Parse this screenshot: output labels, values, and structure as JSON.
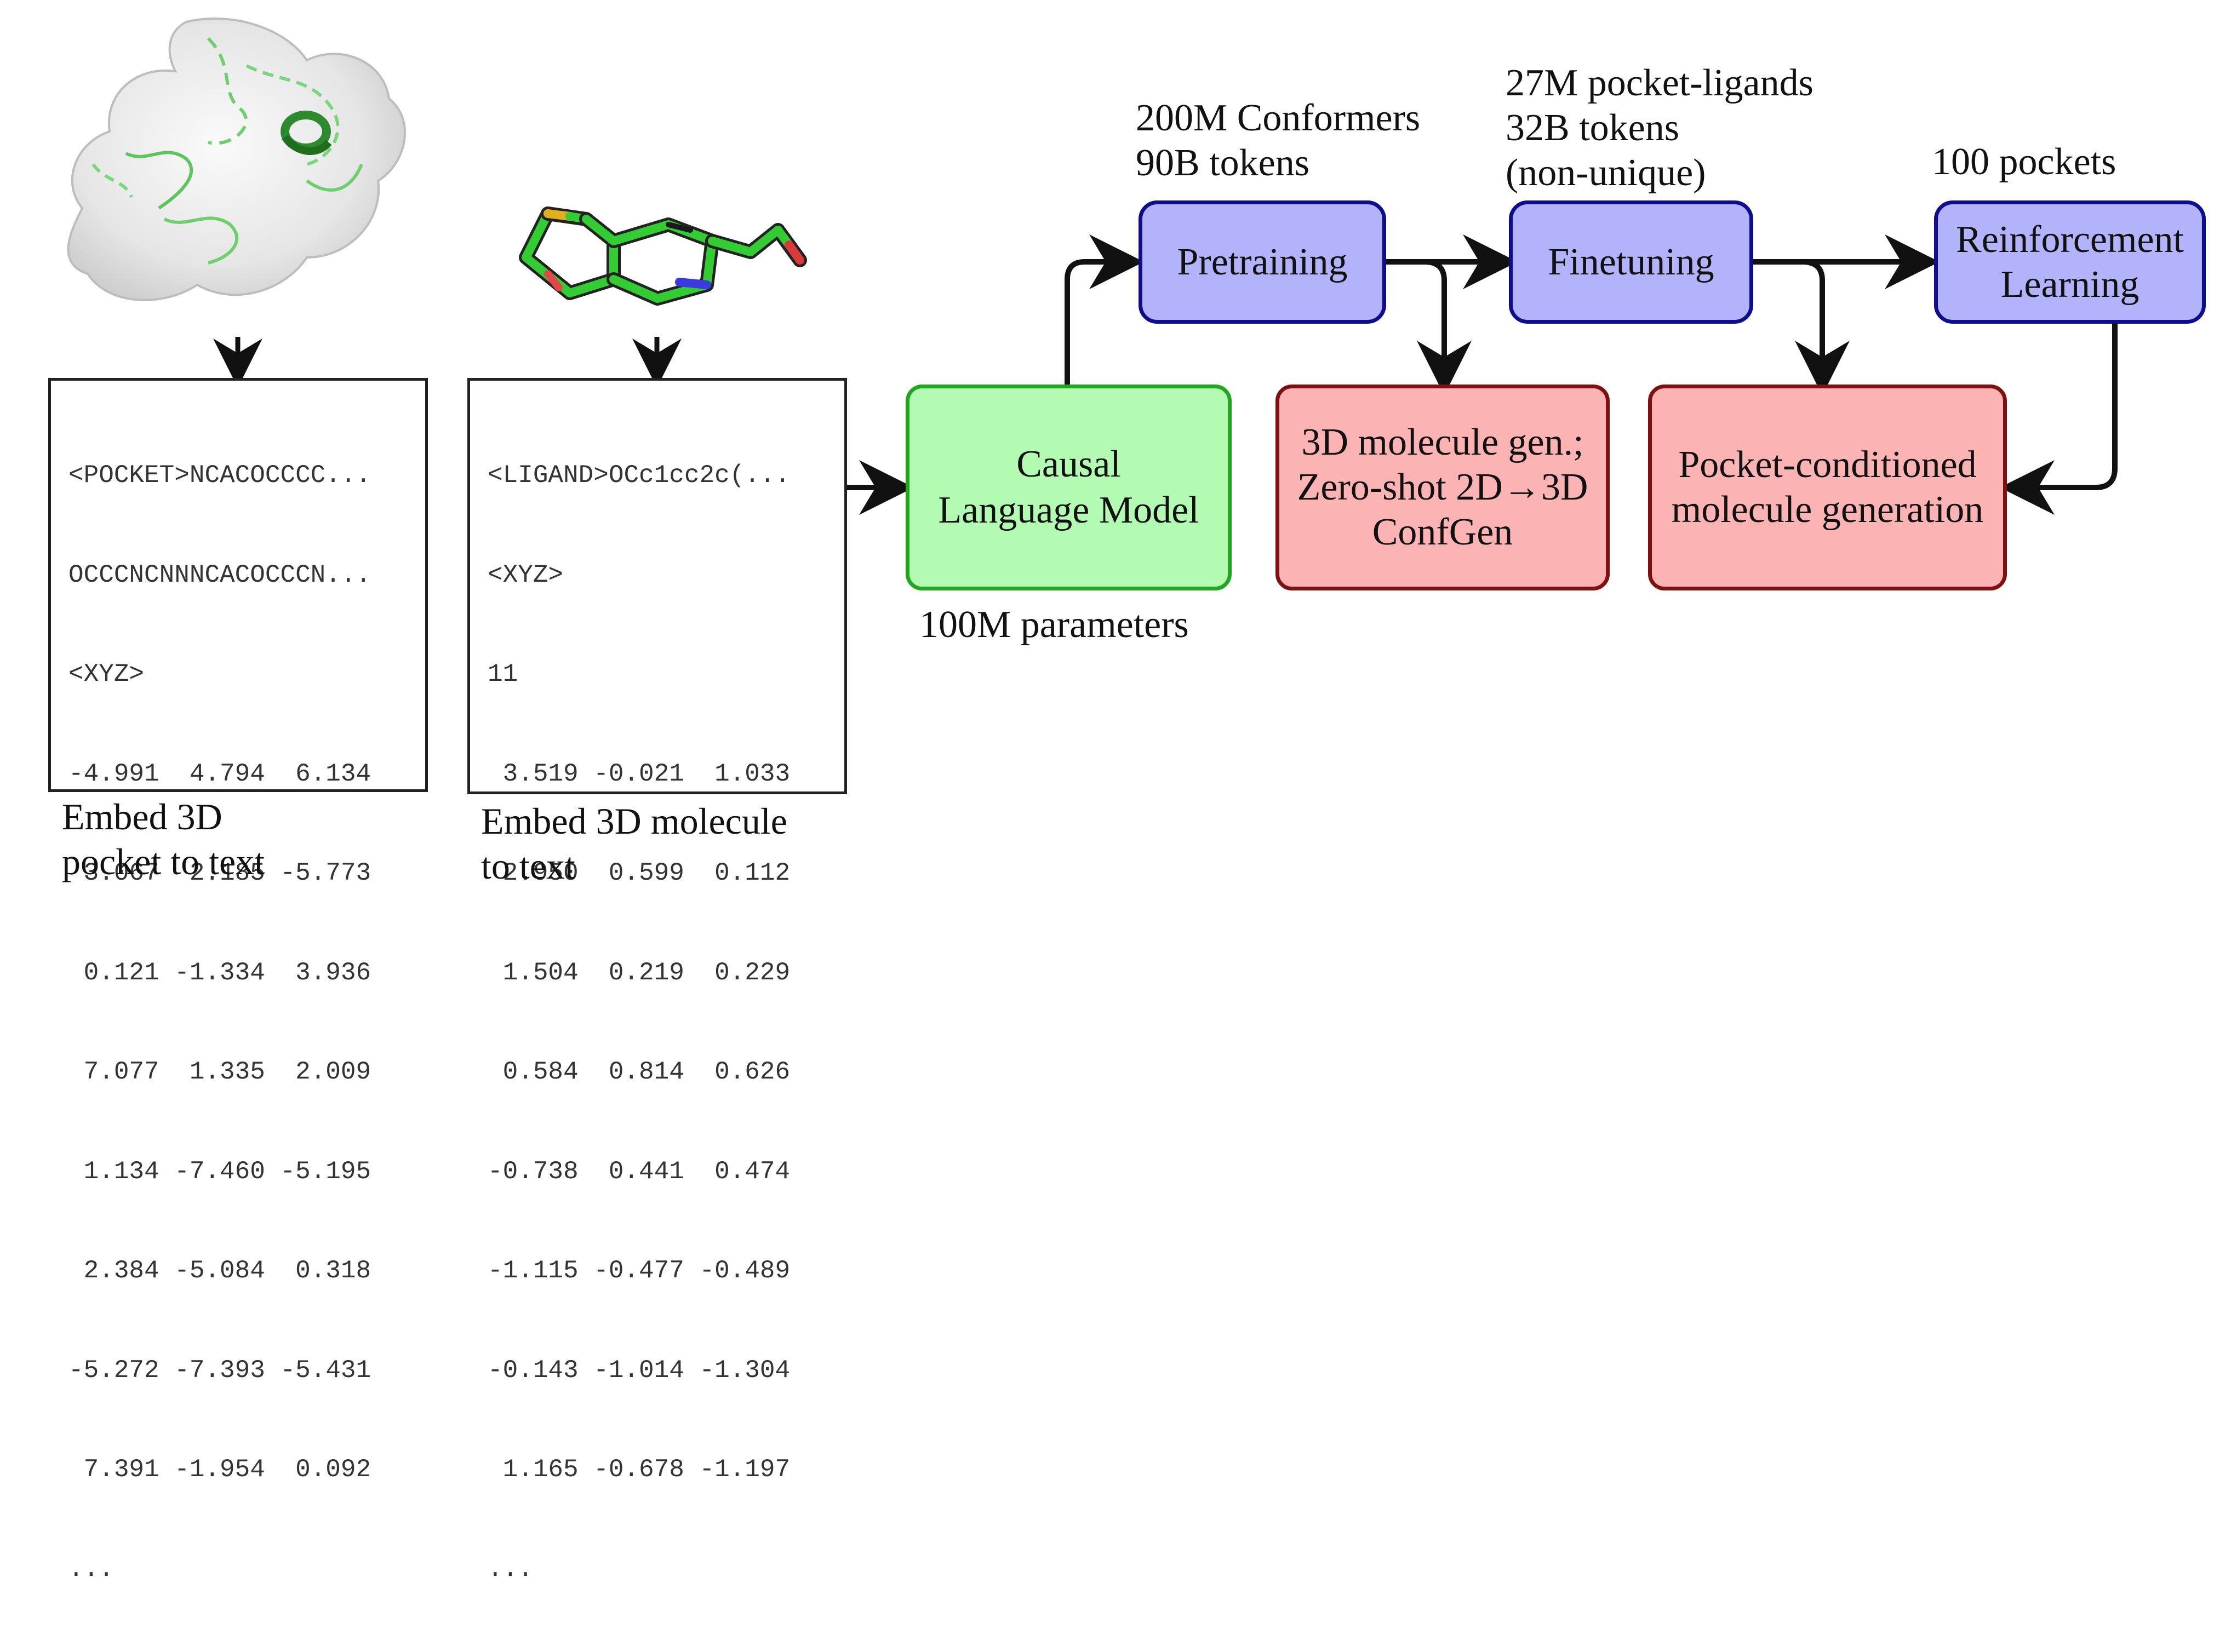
{
  "pocket_block": {
    "lines": [
      "<POCKET>NCACOCCCC...",
      "OCCCNCNNNCACOCCCN...",
      "<XYZ>",
      "-4.991  4.794  6.134",
      " 3.067  2.185 -5.773",
      " 0.121 -1.334  3.936",
      " 7.077  1.335  2.009",
      " 1.134 -7.460 -5.195",
      " 2.384 -5.084  0.318",
      "-5.272 -7.393 -5.431",
      " 7.391 -1.954  0.092",
      "..."
    ],
    "caption_lines": [
      "Embed 3D",
      "pocket to text"
    ]
  },
  "ligand_block": {
    "lines": [
      "<LIGAND>OCc1cc2c(...",
      "<XYZ>",
      "11",
      " 3.519 -0.021  1.033",
      " 2.950  0.599  0.112",
      " 1.504  0.219  0.229",
      " 0.584  0.814  0.626",
      "-0.738  0.441  0.474",
      "-1.115 -0.477 -0.489",
      "-0.143 -1.014 -1.304",
      " 1.165 -0.678 -1.197",
      "..."
    ],
    "caption_lines": [
      "Embed 3D molecule",
      "to text"
    ]
  },
  "nodes": {
    "causal_lm": {
      "lines": [
        "Causal",
        "Language Model"
      ],
      "note": "100M parameters"
    },
    "pretraining": {
      "label": "Pretraining",
      "note_lines": [
        "200M Conformers",
        "90B tokens"
      ]
    },
    "finetuning": {
      "label": "Finetuning",
      "note_lines": [
        "27M pocket-ligands",
        "32B tokens",
        "(non-unique)"
      ]
    },
    "rl": {
      "lines": [
        "Reinforcement",
        "Learning"
      ],
      "note": "100 pockets"
    },
    "molgen": {
      "lines": [
        "3D molecule gen.;",
        "Zero-shot 2D→3D",
        "ConfGen"
      ]
    },
    "pocketgen": {
      "lines": [
        "Pocket-conditioned",
        "molecule generation"
      ]
    }
  },
  "colors": {
    "blue_fill": "#b3b3fb",
    "blue_border": "#0d0d8e",
    "green_fill": "#b3fbb3",
    "green_border": "#1fa81f",
    "red_fill": "#fbb3b3",
    "red_border": "#800f0f",
    "arrow": "#111111"
  },
  "icons": {
    "protein_image": "protein-surface-icon",
    "ligand_image": "ligand-stick-molecule-icon"
  }
}
